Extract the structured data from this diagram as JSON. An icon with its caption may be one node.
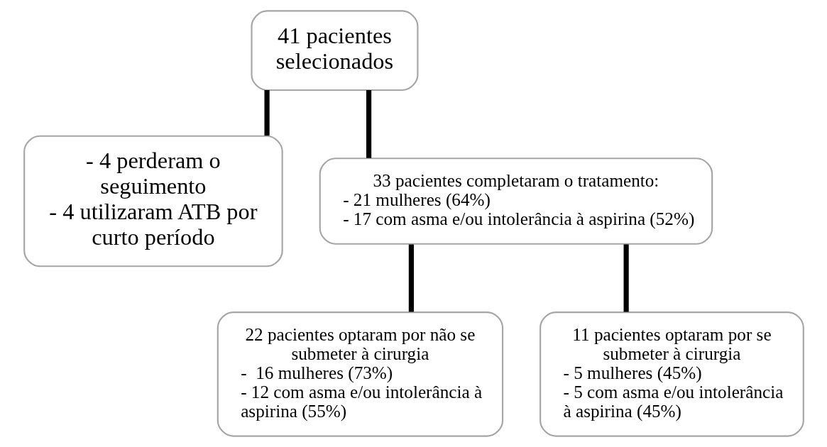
{
  "diagram": {
    "nodes": [
      {
        "text": [
          "41 pacientes selecionados"
        ]
      },
      {
        "text": [
          "- 4 perderam o seguimento",
          "- 4 utilizaram ATB por curto período"
        ]
      },
      {
        "text": [
          "33 pacientes completaram o tratamento:",
          "- 21 mulheres (64%)",
          "- 17 com asma e/ou intolerância à aspirina (52%)"
        ]
      },
      {
        "text": [
          "22 pacientes optaram por não se submeter à cirurgia",
          "-  16 mulheres (73%)",
          "- 12 com asma e/ou intolerância à aspirina (55%)"
        ]
      },
      {
        "text": [
          "11 pacientes optaram por se submeter à cirurgia",
          "- 5 mulheres (45%)",
          "- 5 com asma e/ou intolerância à aspirina (45%)"
        ]
      }
    ],
    "edges": [
      {
        "from": 0,
        "to": 1,
        "arrow": "none"
      },
      {
        "from": 0,
        "to": 2,
        "arrow": "none"
      },
      {
        "from": 2,
        "to": 3,
        "arrow": "none"
      },
      {
        "from": 2,
        "to": 4,
        "arrow": "none"
      }
    ]
  }
}
